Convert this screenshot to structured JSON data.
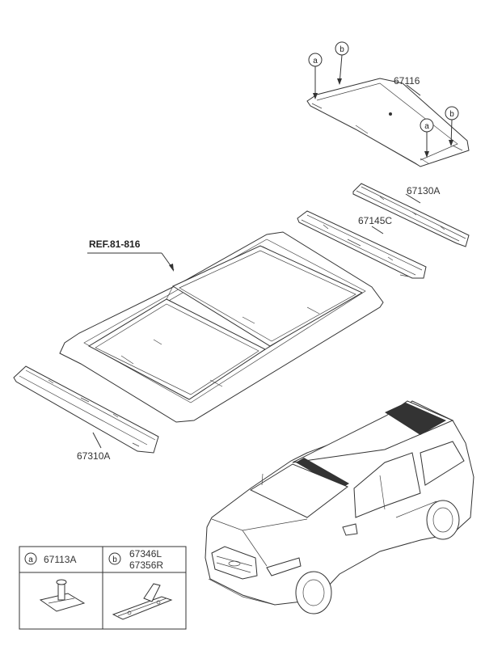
{
  "parts": {
    "roof_panel": "67116",
    "rear_rail": "67130A",
    "center_rail": "67145C",
    "front_rail": "67310A",
    "reference": "REF.81-816"
  },
  "callouts": {
    "a": "a",
    "b": "b"
  },
  "legend": {
    "a": {
      "letter": "a",
      "part": "67113A"
    },
    "b": {
      "letter": "b",
      "part_left": "67346L",
      "part_right": "67356R"
    }
  }
}
